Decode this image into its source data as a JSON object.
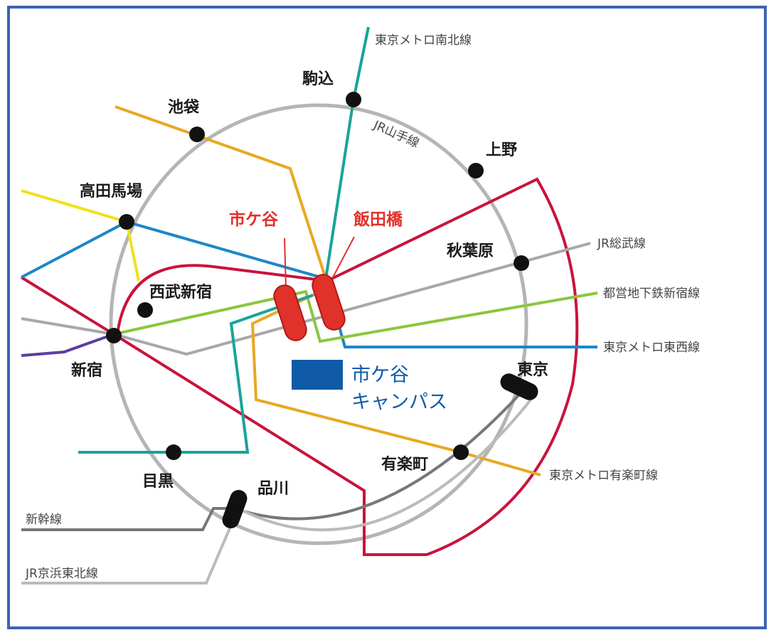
{
  "colors": {
    "border": "#3c63b6",
    "yamanote": "#b5b5b5",
    "namboku": "#1aa39a",
    "yurakucho": "#e8a820",
    "tozai": "#1e86c8",
    "shinjuku_toei": "#8cc63e",
    "chuo_sobu": "#f2e01a",
    "keiyo_red": "#c8143c",
    "sobu_gray": "#a8a8a8",
    "purple": "#5b3fa0",
    "shinkansen": "#777777",
    "campus": "#0f5ba8",
    "highlight_red": "#e0312b",
    "station_dot": "#111111"
  },
  "lines": {
    "namboku": "東京メトロ南北線",
    "yamanote": "JR山手線",
    "sobu": "JR総武線",
    "toei_shinjuku": "都営地下鉄新宿線",
    "tozai": "東京メトロ東西線",
    "yurakucho": "東京メトロ有楽町線",
    "shinkansen": "新幹線",
    "keihin_tohoku": "JR京浜東北線"
  },
  "stations": {
    "komagome": "駒込",
    "ikebukuro": "池袋",
    "ueno": "上野",
    "takadanobaba": "高田馬場",
    "ichigaya": "市ケ谷",
    "iidabashi": "飯田橋",
    "akihabara": "秋葉原",
    "seibu_shinjuku": "西武新宿",
    "shinjuku": "新宿",
    "tokyo": "東京",
    "yurakucho": "有楽町",
    "meguro": "目黒",
    "shinagawa": "品川"
  },
  "campus": {
    "line1": "市ケ谷",
    "line2": "キャンパス",
    "icon": "campus-square"
  }
}
